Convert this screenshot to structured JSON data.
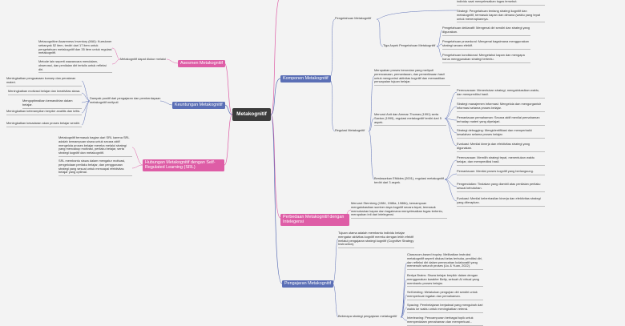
{
  "root": "Metakognitif",
  "branches": {
    "komponen": "Komponen Metakognitif",
    "perbedaan": "Perbedaan Metakognitif dengan Intelegensi",
    "pengajaran": "Pengajaran Metakognitif",
    "asesmen": "Asesmen Metakognitif",
    "keuntungan": "Keuntungan Metakognitif",
    "hubungan": "Hubungan Metakognitif dengan Self-Regulated Learning (SRL)"
  },
  "komponen": {
    "top_fragment": "individu saat menyelesaikan tugas tersebut.",
    "pengetahuan_label": "Pengetahuan Metakognitif",
    "strategi_item": "Strategi: Pengetahuan tentang strategi kognitif dan metakognitif, termasuk kapan dan dimana (waktu yang tepat untuk menerapkannya.",
    "tiga_aspek_label": "Tiga Aspek Pengetahuan Metakognitif",
    "deklaratif": "Pengetahuan deklaratif: Mengenai diri sendiri dan strategi yang digunakan.",
    "prosedural": "Pengetahuan prosedural: Mengenai bagaimana menggunakan strategi secara efektif.",
    "kondisional": "Pengetahuan kondisional: Mengetahui kapan dan mengapa harus menggunakan strategi tertentu.",
    "regulasi_label": "Regulasi Metakognitif",
    "regulasi_desc": "Merupakan proses berurutan yang meliputi perencanaan, pemantauan, dan pemeriksaan hasil untuk mengontrol aktivitas kognitif dan memastikan pencapaian tujuan belajar.",
    "menurut_label": "Menurut Anit dan Ammar-Thomas (1991) serta Saxton (1999), regulasi metakognitif terdiri dari 5 aspek.",
    "aspek_items": [
      "Perencanaan: Menentukan strategi, mengalokasikan waktu, dan memprediksi hasil.",
      "Strategi manajemen informasi: Mengelola dan mengorganisir informasi selama proses belajar.",
      "Pemantauan pemahaman: Secara aktif menilai pemahaman terhadap materi yang dipelajari.",
      "Strategi debugging: Mengidentifikasi dan memperbaiki kesalahan selama proses belajar.",
      "Evaluasi: Menilai kinerja dan efektivitas strategi yang digunakan."
    ],
    "schraw_label": "Berdasarkan Efklides (2001), regulasi metakognitif terdiri dari 3 aspek.",
    "schraw_items": [
      "Perencanaan: Memilih strategi tepat, menentukan waktu belajar, dan memprediksi hasil.",
      "Pemantauan: Menilai proses kognitif yang berlangsung.",
      "Pengendalian: Tindakan yang diambil atas penilaian perilaku sesuai kebutuhan.",
      "Evaluasi: Menilai keberhasilan kinerja dan efektivitas strategi yang diterapkan."
    ]
  },
  "perbedaan": {
    "desc": "Menurut Sternberg (1984, 1986a, 1986b), kemampuan mengalokasikan sumber daya kognitif secara tepat, termasuk memutuskan kapan dan bagaimana menyelesaikan tugas tertentu, merupakan inti dari intelegensi."
  },
  "pengajaran": {
    "tujuan": "Tujuan utama adalah membantu individu belajar mengatur aktivitas kognitif mereku dengan lebih efektif melalui pengajaran strategi kognitif (Cognitive Strategy Instruction).",
    "beberapa_label": "Beberapa strategi pengajaran metakognitif",
    "items": [
      "Classroom-based inquiry: Melibatkan instruksi metakognitif seperti diskusi kelas terbuka, prediksi diri, dan refleksi diri dalam pemecahan kolaboratif yang memenuhi seluruh proses (Liu & Yuan, 2022).",
      "Bertya Brains: Siswa belajar berpikir dalam dengan menggunakan karakter Betty, sebuah AI virtual yang membantu proses belajar.",
      "Self-testing: Melakukan pengujian diri sendiri untuk memperkuat ingatan dan pemahaman.",
      "Spacing: Pembelajaran berjadwal yang mengubah dari waktu ke waktu untuk meningkatkan retensi.",
      "Interleaving: Pencampuran berbagai topik untuk memperdalam pemahaman dan memperkuat..."
    ]
  },
  "asesmen": {
    "mai_desc": "Metacognitive Awareness Inventory (MAI): Kuesioner sebanyak 52 item, terdiri dari 17 item untuk pengetahuan metakognitif dan 35 item untuk regulasi metakognitif.",
    "metode_desc": "Metode lain seperti wawancara mendalam, observasi, dan penilaian diri tertulis untuk refleksi diri.",
    "label": "Metakognitif dapat diukur melalui"
  },
  "keuntungan": {
    "items": [
      "Meningkatkan penguasaan konsep dan penalaran materi.",
      "Meningkatkan motivasi belajar dan kreativitas siswa.",
      "Mengoptimalkan kemandirian dalam belajar.",
      "Meningkatkan keterampilan berpikir analitis dan kritis.",
      "Meningkatkan kesadaran akan proses belajar sendiri."
    ],
    "dampak": "Dampak positif dari pengajaran dan pemberdayaan metakognitif meliputi"
  },
  "hubungan": {
    "desc1": "Metakognitif termasuk bagian dari SRL karena SRL adalah kemampuan siswa untuk secara aktif mengelola proses belajar mereka melalui strategi yang mencakup motivasi, perilaku belajar, serta strategi kognitif dan metakognitif.",
    "desc2": "SRL membantu siswa dalam mengatur motivasi, pengelolaan perilaku belajar, dan penggunaan strategi yang sesuai untuk mencapai efektivitas belajar yang optimal."
  },
  "colors": {
    "blue": "#5b6fb6",
    "pink": "#de5da6",
    "root": "#3c3c3c"
  }
}
